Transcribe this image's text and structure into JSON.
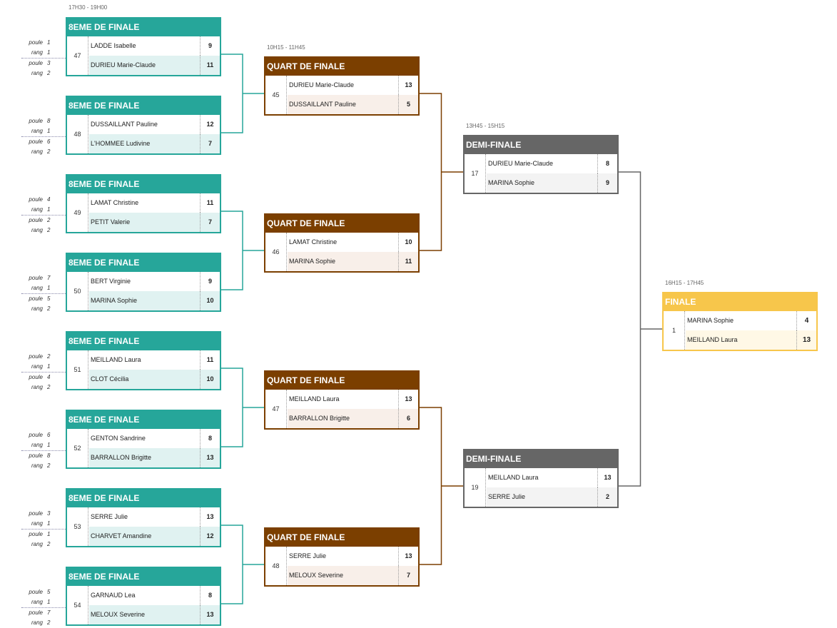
{
  "labels": {
    "r16": "8EME DE FINALE",
    "qf": "QUART DE FINALE",
    "sf": "DEMI-FINALE",
    "final": "FINALE",
    "pool": "poule",
    "rank": "rang"
  },
  "times": {
    "r16": "17H30 - 19H00",
    "qf": "10H15 - 11H45",
    "sf": "13H45 - 15H15",
    "final": "16H15 - 17H45"
  },
  "colors": {
    "r16": "#26a69a",
    "qf": "#7b3f00",
    "sf": "#666666",
    "final": "#f7c64b"
  },
  "round_of_16": [
    {
      "number": "47",
      "players": [
        {
          "name": "LADDE Isabelle",
          "score": "9"
        },
        {
          "name": "DURIEU Marie-Claude",
          "score": "11"
        }
      ],
      "seeds": [
        {
          "pool": "1",
          "rank": "1"
        },
        {
          "pool": "3",
          "rank": "2"
        }
      ]
    },
    {
      "number": "48",
      "players": [
        {
          "name": "DUSSAILLANT Pauline",
          "score": "12"
        },
        {
          "name": "L'HOMMEE Ludivine",
          "score": "7"
        }
      ],
      "seeds": [
        {
          "pool": "8",
          "rank": "1"
        },
        {
          "pool": "6",
          "rank": "2"
        }
      ]
    },
    {
      "number": "49",
      "players": [
        {
          "name": "LAMAT Christine",
          "score": "11"
        },
        {
          "name": "PETIT Valerie",
          "score": "7"
        }
      ],
      "seeds": [
        {
          "pool": "4",
          "rank": "1"
        },
        {
          "pool": "2",
          "rank": "2"
        }
      ]
    },
    {
      "number": "50",
      "players": [
        {
          "name": "BERT Virginie",
          "score": "9"
        },
        {
          "name": "MARINA Sophie",
          "score": "10"
        }
      ],
      "seeds": [
        {
          "pool": "7",
          "rank": "1"
        },
        {
          "pool": "5",
          "rank": "2"
        }
      ]
    },
    {
      "number": "51",
      "players": [
        {
          "name": "MEILLAND Laura",
          "score": "11"
        },
        {
          "name": "CLOT Cécilia",
          "score": "10"
        }
      ],
      "seeds": [
        {
          "pool": "2",
          "rank": "1"
        },
        {
          "pool": "4",
          "rank": "2"
        }
      ]
    },
    {
      "number": "52",
      "players": [
        {
          "name": "GENTON Sandrine",
          "score": "8"
        },
        {
          "name": "BARRALLON Brigitte",
          "score": "13"
        }
      ],
      "seeds": [
        {
          "pool": "6",
          "rank": "1"
        },
        {
          "pool": "8",
          "rank": "2"
        }
      ]
    },
    {
      "number": "53",
      "players": [
        {
          "name": "SERRE Julie",
          "score": "13"
        },
        {
          "name": "CHARVET Amandine",
          "score": "12"
        }
      ],
      "seeds": [
        {
          "pool": "3",
          "rank": "1"
        },
        {
          "pool": "1",
          "rank": "2"
        }
      ]
    },
    {
      "number": "54",
      "players": [
        {
          "name": "GARNAUD Lea",
          "score": "8"
        },
        {
          "name": "MELOUX Severine",
          "score": "13"
        }
      ],
      "seeds": [
        {
          "pool": "5",
          "rank": "1"
        },
        {
          "pool": "7",
          "rank": "2"
        }
      ]
    }
  ],
  "quarter_finals": [
    {
      "number": "45",
      "players": [
        {
          "name": "DURIEU Marie-Claude",
          "score": "13"
        },
        {
          "name": "DUSSAILLANT Pauline",
          "score": "5"
        }
      ]
    },
    {
      "number": "46",
      "players": [
        {
          "name": "LAMAT Christine",
          "score": "10"
        },
        {
          "name": "MARINA Sophie",
          "score": "11"
        }
      ]
    },
    {
      "number": "47",
      "players": [
        {
          "name": "MEILLAND Laura",
          "score": "13"
        },
        {
          "name": "BARRALLON Brigitte",
          "score": "6"
        }
      ]
    },
    {
      "number": "48",
      "players": [
        {
          "name": "SERRE Julie",
          "score": "13"
        },
        {
          "name": "MELOUX Severine",
          "score": "7"
        }
      ]
    }
  ],
  "semi_finals": [
    {
      "number": "17",
      "players": [
        {
          "name": "DURIEU Marie-Claude",
          "score": "8"
        },
        {
          "name": "MARINA Sophie",
          "score": "9"
        }
      ]
    },
    {
      "number": "19",
      "players": [
        {
          "name": "MEILLAND Laura",
          "score": "13"
        },
        {
          "name": "SERRE Julie",
          "score": "2"
        }
      ]
    }
  ],
  "final": [
    {
      "number": "1",
      "players": [
        {
          "name": "MARINA Sophie",
          "score": "4"
        },
        {
          "name": "MEILLAND Laura",
          "score": "13"
        }
      ]
    }
  ]
}
